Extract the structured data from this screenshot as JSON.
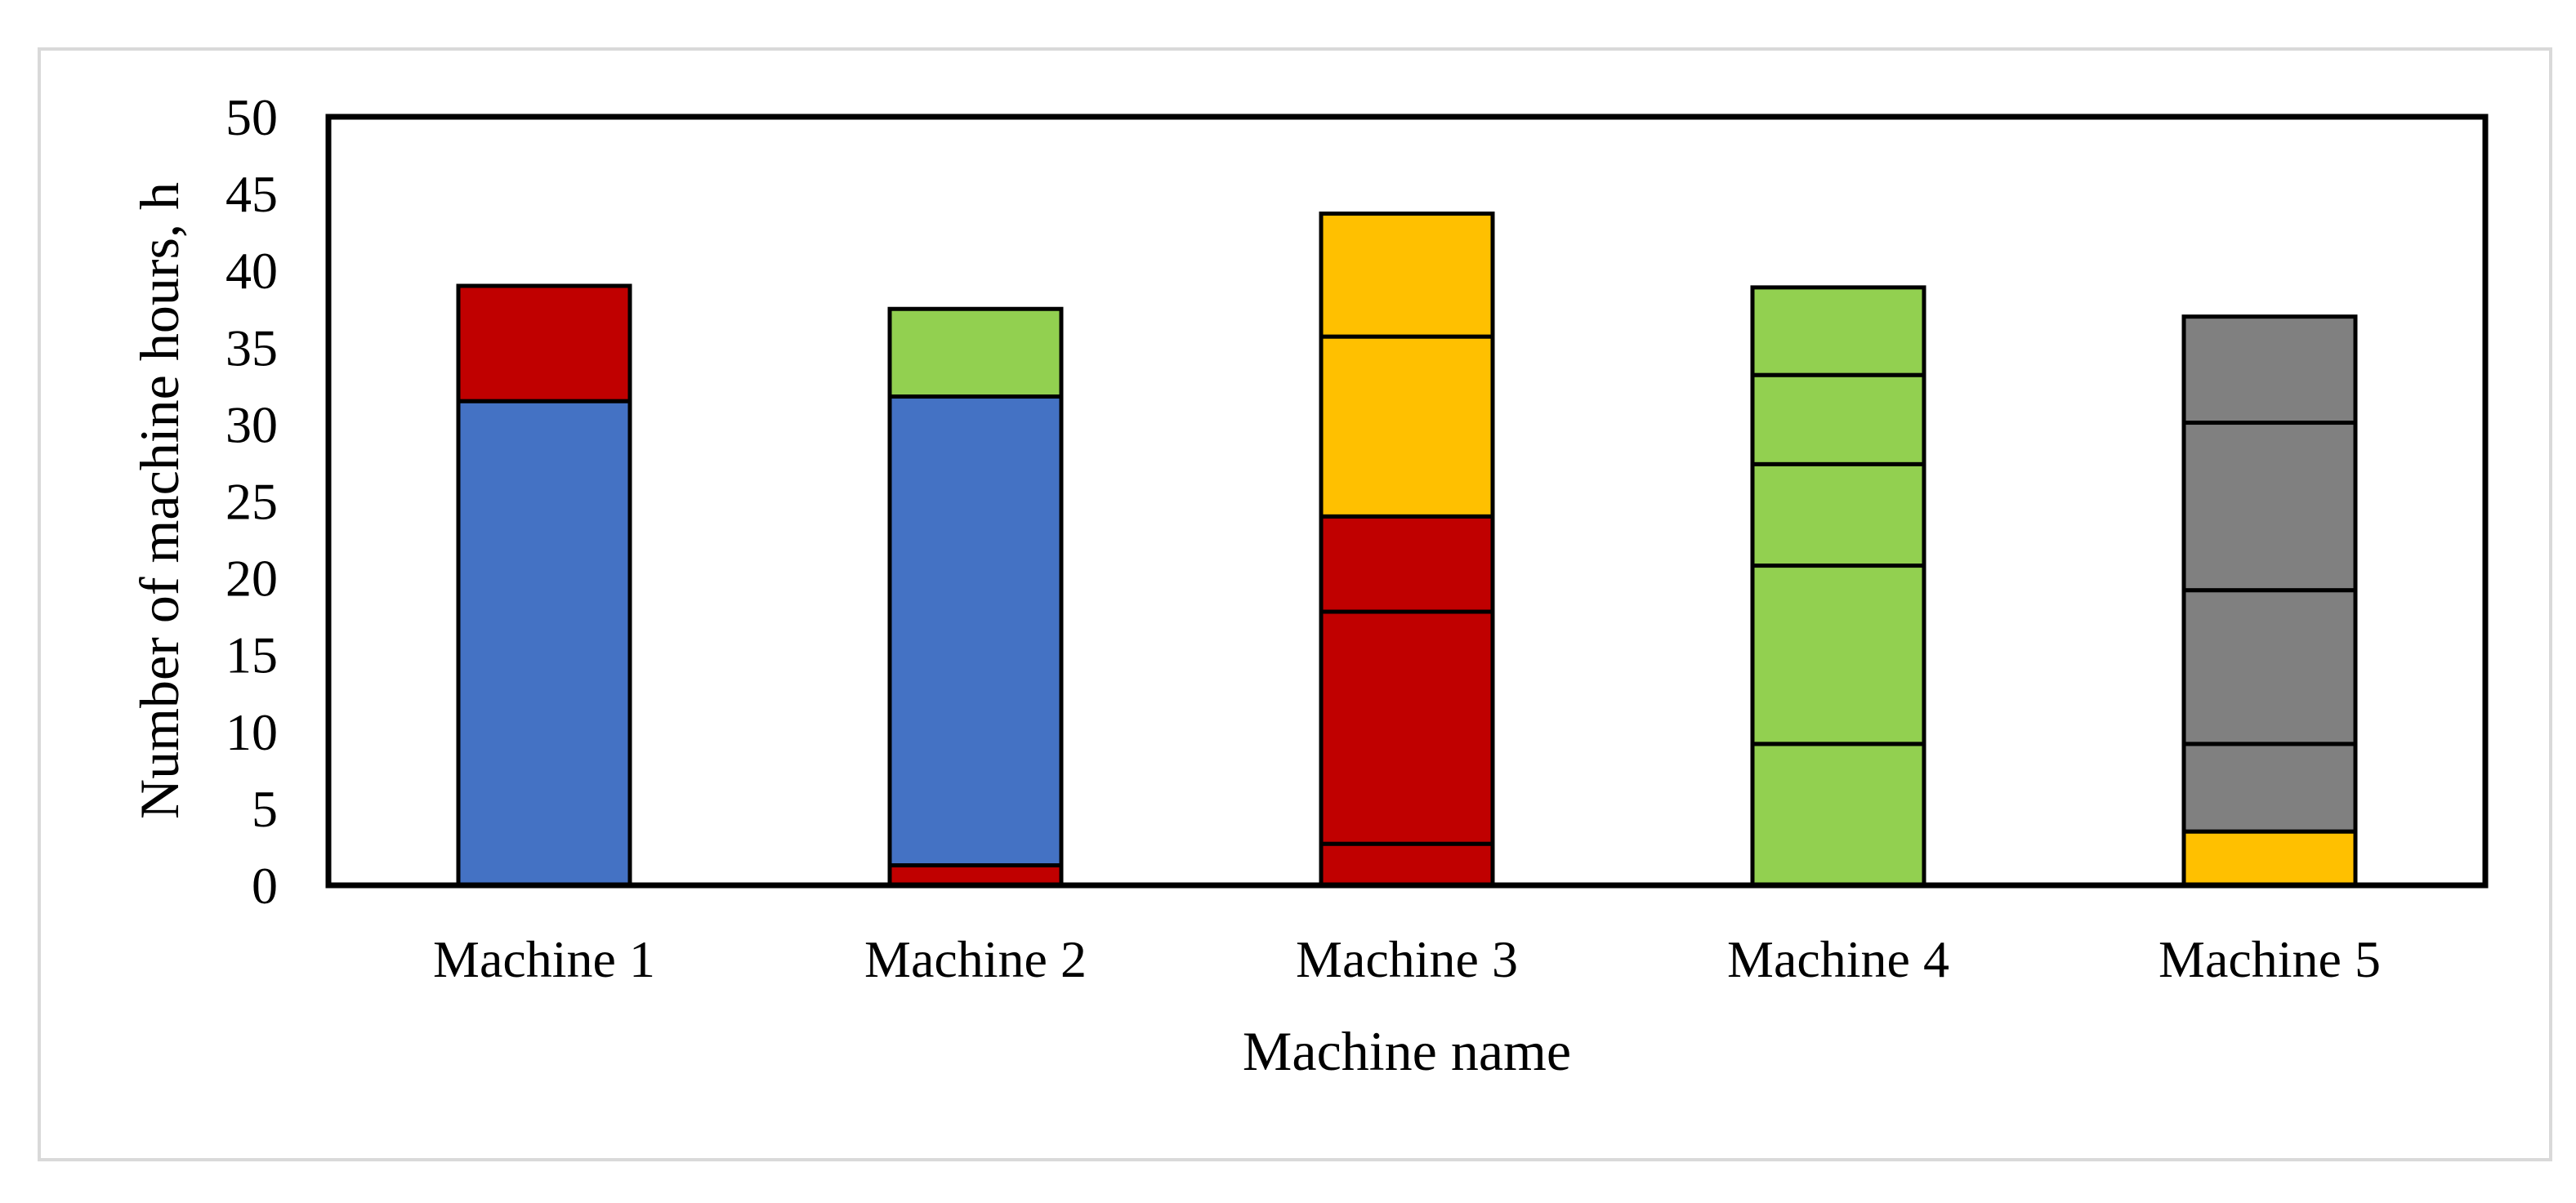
{
  "chart_data": {
    "type": "stacked-bar",
    "title": "",
    "xlabel": "Machine name",
    "ylabel": "Number of machine hours, h",
    "ylim": [
      0,
      50
    ],
    "yticks": [
      0,
      5,
      10,
      15,
      20,
      25,
      30,
      35,
      40,
      45,
      50
    ],
    "grid": false,
    "legend": "none",
    "categories": [
      "Machine 1",
      "Machine 2",
      "Machine 3",
      "Machine 4",
      "Machine 5"
    ],
    "stacks": [
      {
        "category": "Machine 1",
        "segments": [
          {
            "value": 31.5,
            "color": "#4472C4"
          },
          {
            "value": 7.5,
            "color": "#C00000"
          }
        ]
      },
      {
        "category": "Machine 2",
        "segments": [
          {
            "value": 1.3,
            "color": "#C00000"
          },
          {
            "value": 30.5,
            "color": "#4472C4"
          },
          {
            "value": 5.7,
            "color": "#92D050"
          }
        ]
      },
      {
        "category": "Machine 3",
        "segments": [
          {
            "value": 2.7,
            "color": "#C00000"
          },
          {
            "value": 15.1,
            "color": "#C00000"
          },
          {
            "value": 6.2,
            "color": "#C00000"
          },
          {
            "value": 11.7,
            "color": "#FFC000"
          },
          {
            "value": 8.0,
            "color": "#FFC000"
          }
        ]
      },
      {
        "category": "Machine 4",
        "segments": [
          {
            "value": 9.2,
            "color": "#92D050"
          },
          {
            "value": 11.6,
            "color": "#92D050"
          },
          {
            "value": 6.6,
            "color": "#92D050"
          },
          {
            "value": 5.8,
            "color": "#92D050"
          },
          {
            "value": 5.7,
            "color": "#92D050"
          }
        ]
      },
      {
        "category": "Machine 5",
        "segments": [
          {
            "value": 3.5,
            "color": "#FFC000"
          },
          {
            "value": 5.7,
            "color": "#808080"
          },
          {
            "value": 10.0,
            "color": "#808080"
          },
          {
            "value": 10.9,
            "color": "#808080"
          },
          {
            "value": 6.9,
            "color": "#808080"
          }
        ]
      }
    ]
  }
}
